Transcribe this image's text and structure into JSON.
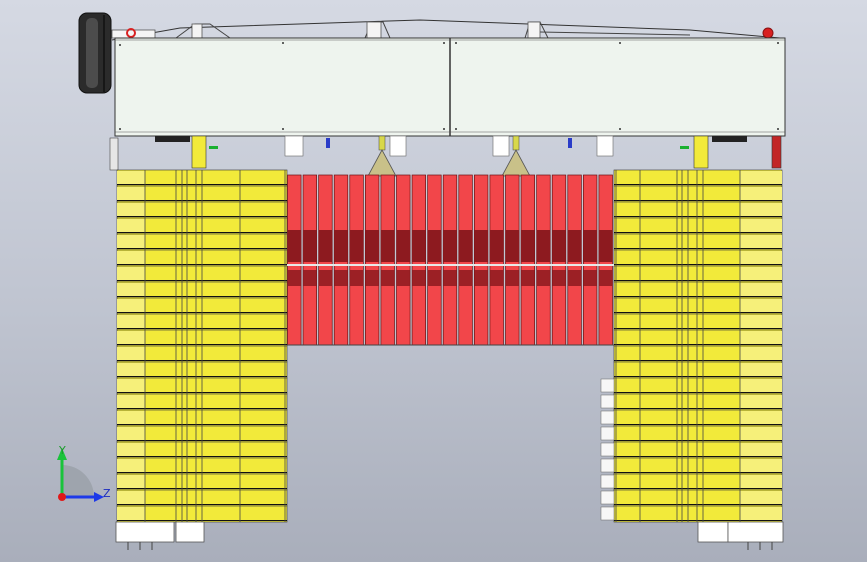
{
  "viewport": {
    "background_top": "#d5d9e3",
    "background_bottom": "#a9aebb"
  },
  "model": {
    "frame_color": "#eef4ee",
    "left_stack_color": "#f2ea3a",
    "right_stack_color": "#f2ea3a",
    "center_block_color": "#f2464a",
    "center_band_color": "#8d1a1f",
    "cone_color": "#c9c189",
    "red_plate_count": 21,
    "stack_row_count": 22
  },
  "triad": {
    "y_label": "Y",
    "z_label": "Z",
    "y_color": "#19c33a",
    "z_color": "#1d39e8",
    "origin_color": "#e01818"
  },
  "icons": {
    "wheel": "wheel-icon",
    "indicator_left": "red-ring-icon",
    "indicator_right": "red-gear-icon"
  }
}
